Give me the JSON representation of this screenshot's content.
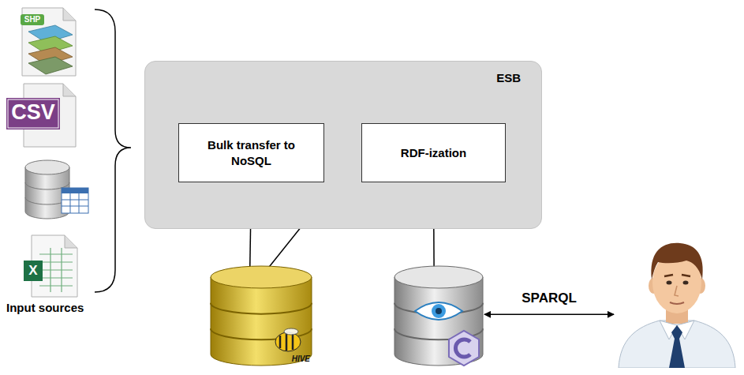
{
  "diagram": {
    "nodes": [
      {
        "text": [
          "ESB"
        ]
      },
      {
        "text": [
          "Bulk transfer to NoSQL"
        ],
        "in": 0
      },
      {
        "text": [
          "RDF-ization"
        ],
        "in": 0
      },
      {
        "text": [
          "HIVE"
        ]
      },
      {
        "text": []
      },
      {
        "text": []
      }
    ],
    "edges": [
      {
        "from": 1,
        "to": 3,
        "arrow": "to"
      },
      {
        "from": 3,
        "to": 2,
        "arrow": "to"
      },
      {
        "from": 2,
        "to": 4,
        "arrow": "to"
      },
      {
        "from": 4,
        "to": 5,
        "label": "SPARQL",
        "arrow": "both"
      }
    ],
    "labels": [
      "SHP",
      "CSV",
      "X",
      "Input sources"
    ]
  }
}
